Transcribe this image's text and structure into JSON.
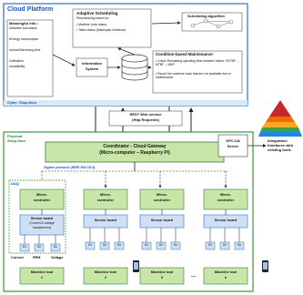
{
  "cloud": {
    "title": "Cloud Platform",
    "meaningful": {
      "title": "Meaningful info.:",
      "items": [
        "•Machine tool status",
        "•Energy consumption",
        "•Actual Machining time",
        "•Utilization",
        "•Availability"
      ]
    },
    "adaptive": {
      "title": "Adaptive Scheduling",
      "sub": "Rescheduling based on:",
      "items": [
        "• Machine tools status",
        "• Tasks status (Makespan influence)"
      ]
    },
    "algorithm": "Scheduling algorithm",
    "info_system": [
      "Information",
      "System"
    ],
    "condition": {
      "title": "Condition-based Maintenance:",
      "items": [
        "• Check Remaining operating time between failure: RUTBF -- MTBF -- MMT",
        "• Report the machine tools that are not available due to maintenance"
      ]
    },
    "footer": "Cyber: Shop-floor"
  },
  "rest": [
    "REST Web service",
    "(Http Requests)"
  ],
  "physical": [
    "Physical",
    "Shop-floor"
  ],
  "gateway": [
    "Coordinator - Cloud Gateway",
    "(Micro-computer – Raspberry Pi)"
  ],
  "opcua": [
    "OPC-UA",
    "Server"
  ],
  "integration": [
    "Integration/",
    "Interfaces with",
    "existing tools"
  ],
  "zigbee": "Zigbee protocol (IEEE 802.15.4)",
  "dao": "DAQ",
  "micro": [
    "Micro-",
    "controller"
  ],
  "sensor_first": [
    "Sensor board",
    "(Current & voltage",
    "transformers)"
  ],
  "sensor": "Sensor board",
  "sensors": [
    "S1",
    "S2",
    "Sn"
  ],
  "sensor_labels": [
    "Current",
    "RPM",
    "Voltage"
  ],
  "machines": [
    {
      "label": "Machine tool",
      "num": "1"
    },
    {
      "label": "Machine tool",
      "num": "2"
    },
    {
      "label": "Machine tool",
      "num": "3"
    },
    {
      "label": "Machine tool",
      "num": "n"
    }
  ],
  "ellipsis": "...",
  "colors": {
    "cloud_border": "#2f6fc8",
    "physical_border": "#3a9a3a",
    "green_fill": "#c8e6a8",
    "blue_fill": "#cfe0f5",
    "box_fill": "#ffffff",
    "arrow": "#222222"
  }
}
